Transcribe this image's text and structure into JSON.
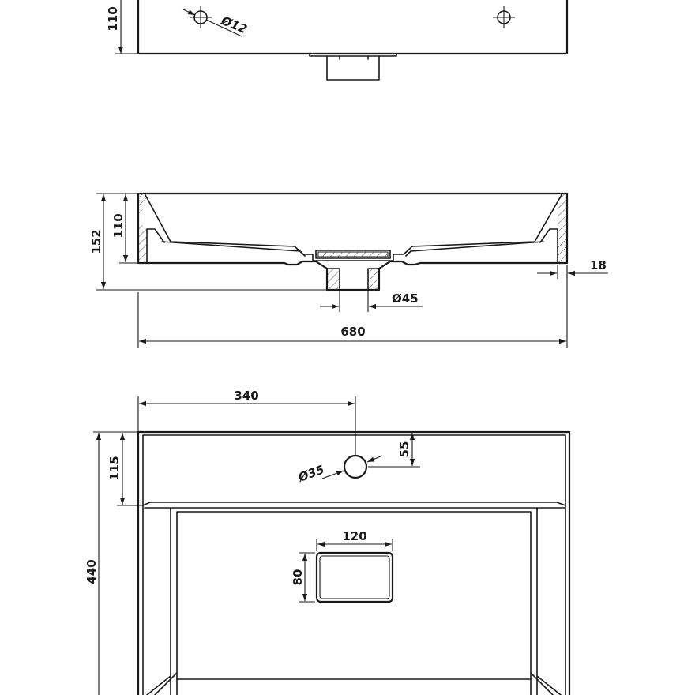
{
  "front_view": {
    "height_label": "110",
    "hole_diameter_label": "Ø12"
  },
  "section_view": {
    "total_height_label": "152",
    "inner_height_label": "110",
    "wall_thickness_label": "18",
    "drain_diameter_label": "Ø45",
    "width_label": "680"
  },
  "top_view": {
    "tap_hole_offset_label": "340",
    "tap_hole_distance_label": "55",
    "tap_hole_diameter_label": "Ø35",
    "deck_depth_label": "115",
    "drain_width_label": "120",
    "drain_height_label": "80",
    "total_depth_label": "440"
  }
}
